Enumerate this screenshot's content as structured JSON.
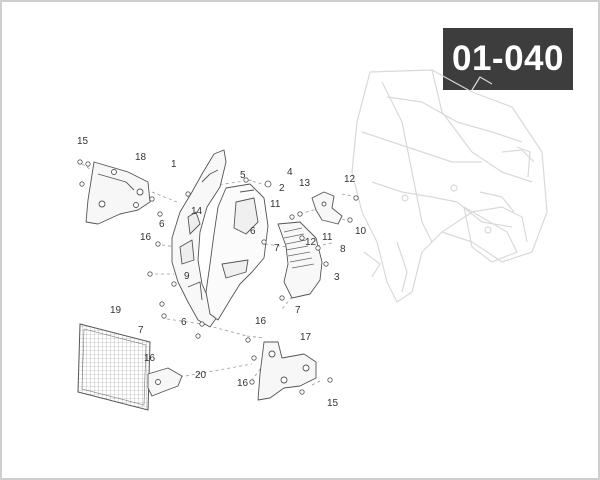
{
  "diagram_code": "01-040",
  "callouts": [
    "1",
    "2",
    "3",
    "4",
    "5",
    "6",
    "6",
    "6",
    "7",
    "7",
    "7",
    "8",
    "9",
    "10",
    "11",
    "11",
    "12",
    "12",
    "13",
    "14",
    "15",
    "15",
    "16",
    "16",
    "16",
    "16",
    "17",
    "18",
    "19",
    "20"
  ]
}
